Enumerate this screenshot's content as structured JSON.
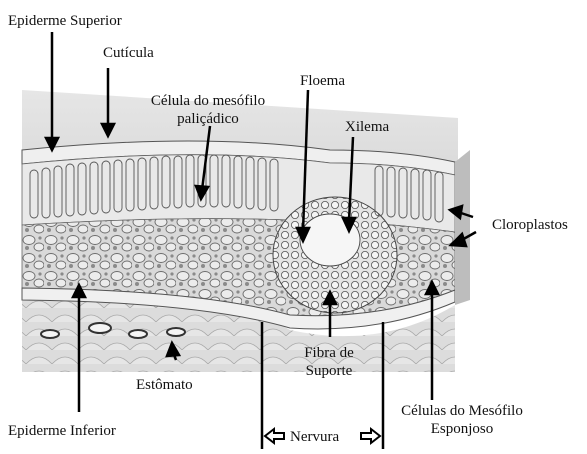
{
  "labels": {
    "epiderme_superior": "Epiderme Superior",
    "cuticula": "Cutícula",
    "mesofilo_palicadico_l1": "Célula do mesófilo",
    "mesofilo_palicadico_l2": "paliçádico",
    "floema": "Floema",
    "xilema": "Xilema",
    "cloroplastos": "Cloroplastos",
    "estomato": "Estômato",
    "fibra_suporte_l1": "Fibra de",
    "fibra_suporte_l2": "Suporte",
    "epiderme_inferior": "Epiderme Inferior",
    "mesofilo_esponjoso_l1": "Células do Mesófilo",
    "mesofilo_esponjoso_l2": "Esponjoso",
    "nervura": "Nervura"
  }
}
